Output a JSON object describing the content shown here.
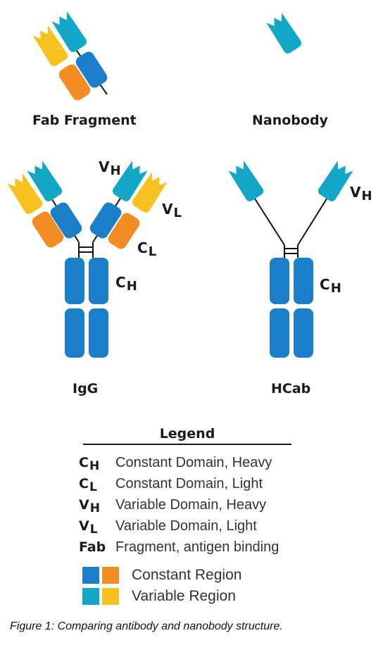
{
  "colors": {
    "constant_heavy": "#1a7ec9",
    "constant_light": "#f48c24",
    "variable_heavy": "#12a7c7",
    "variable_light": "#f7c21f",
    "line": "#111111"
  },
  "structures": {
    "fab": "Fab Fragment",
    "nanobody": "Nanobody",
    "igg": "IgG",
    "hcab": "HCab"
  },
  "domain_labels": {
    "vh": {
      "main": "V",
      "sub": "H"
    },
    "vl": {
      "main": "V",
      "sub": "L"
    },
    "cl": {
      "main": "C",
      "sub": "L"
    },
    "ch": {
      "main": "C",
      "sub": "H"
    }
  },
  "legend": {
    "title": "Legend",
    "entries": [
      {
        "main": "C",
        "sub": "H",
        "desc": "Constant Domain, Heavy"
      },
      {
        "main": "C",
        "sub": "L",
        "desc": "Constant Domain, Light"
      },
      {
        "main": "V",
        "sub": "H",
        "desc": "Variable Domain, Heavy"
      },
      {
        "main": "V",
        "sub": "L",
        "desc": "Variable Domain, Light"
      },
      {
        "main": "Fab",
        "sub": "",
        "desc": "Fragment, antigen binding"
      }
    ],
    "regions": [
      {
        "label": "Constant Region",
        "colors": [
          "#1a7ec9",
          "#f48c24"
        ]
      },
      {
        "label": "Variable Region",
        "colors": [
          "#12a7c7",
          "#f7c21f"
        ]
      }
    ]
  },
  "caption": "Figure 1: Comparing antibody and nanobody structure."
}
